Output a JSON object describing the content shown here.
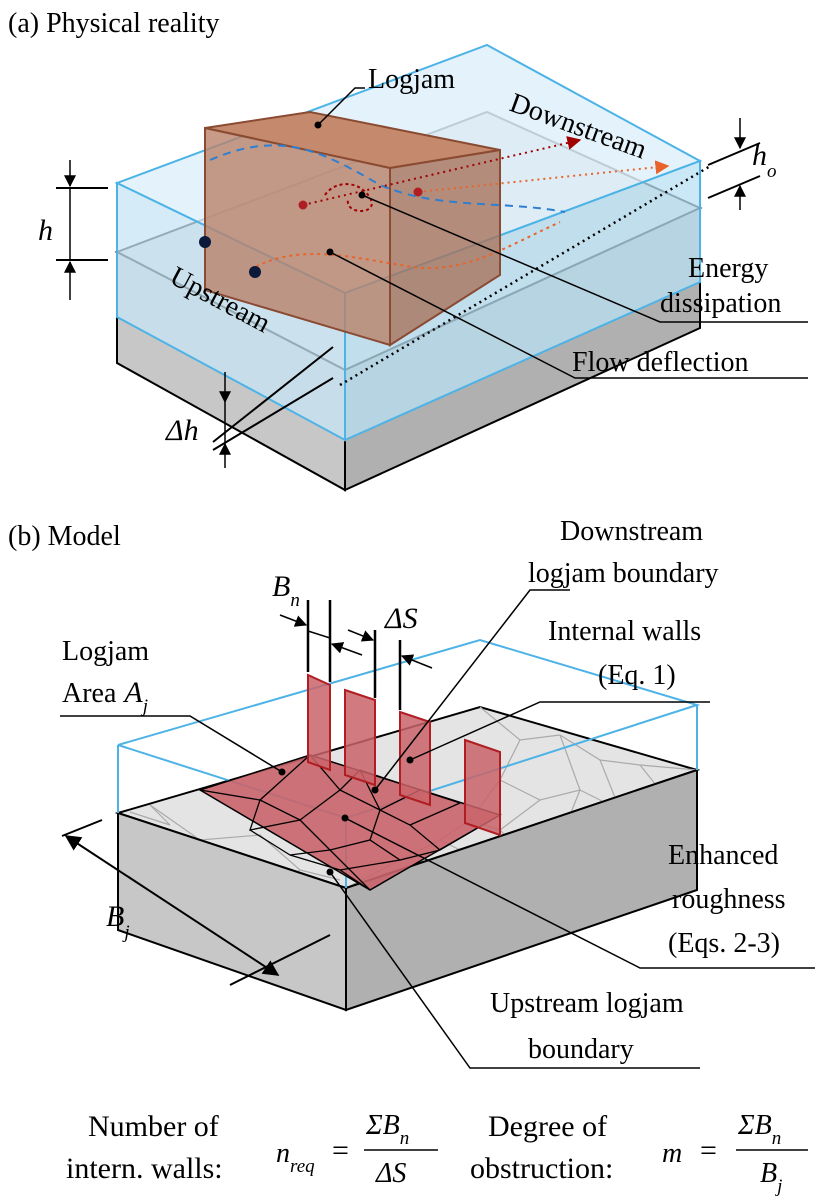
{
  "panel_a": {
    "title": "(a) Physical reality",
    "labels": {
      "logjam": "Logjam",
      "downstream": "Downstream",
      "upstream": "Upstream",
      "energy_line1": "Energy",
      "energy_line2": "dissipation",
      "flow_deflection": "Flow deflection"
    },
    "symbols": {
      "h": "h",
      "h_o_base": "h",
      "h_o_sub": "o",
      "delta_h": "Δh"
    }
  },
  "panel_b": {
    "title": "(b) Model",
    "labels": {
      "ds_boundary_line1": "Downstream",
      "ds_boundary_line2": "logjam boundary",
      "internal_walls_line1": "Internal walls",
      "internal_walls_line2": "(Eq. 1)",
      "logjam_area_line1": "Logjam",
      "logjam_area_line2": "Area",
      "enhanced_line1": "Enhanced",
      "enhanced_line2": "roughness",
      "enhanced_line3": "(Eqs. 2-3)",
      "us_boundary_line1": "Upstream logjam",
      "us_boundary_line2": "boundary"
    },
    "symbols": {
      "Bn_base": "B",
      "Bn_sub": "n",
      "delta_S": "ΔS",
      "Aj_base": "A",
      "Aj_sub": "j",
      "Bj_base": "B",
      "Bj_sub": "j"
    }
  },
  "equations": {
    "n_label_line1": "Number of",
    "n_label_line2": "intern. walls:",
    "n_symbol": "n",
    "n_sub": "req",
    "equals": "=",
    "n_numerator": "ΣB",
    "n_numerator_sub": "n",
    "n_denominator": "ΔS",
    "m_label_line1": "Degree of",
    "m_label_line2": "obstruction:",
    "m_symbol": "m",
    "m_numerator": "ΣB",
    "m_numerator_sub": "n",
    "m_denominator": "B",
    "m_denominator_sub": "j"
  },
  "colors": {
    "water_edge": "#4db3e6",
    "water_fill": "#d2ecf8",
    "logjam_fill": "#c58a6e",
    "logjam_edge": "#8b4a32",
    "mesh_fill": "#c9646a",
    "wall_edge": "#b01e23",
    "bed_top": "#d8d8d8",
    "bed_side": "#bdbdbd",
    "flow_orange": "#e8642a",
    "flow_red": "#a00000"
  }
}
